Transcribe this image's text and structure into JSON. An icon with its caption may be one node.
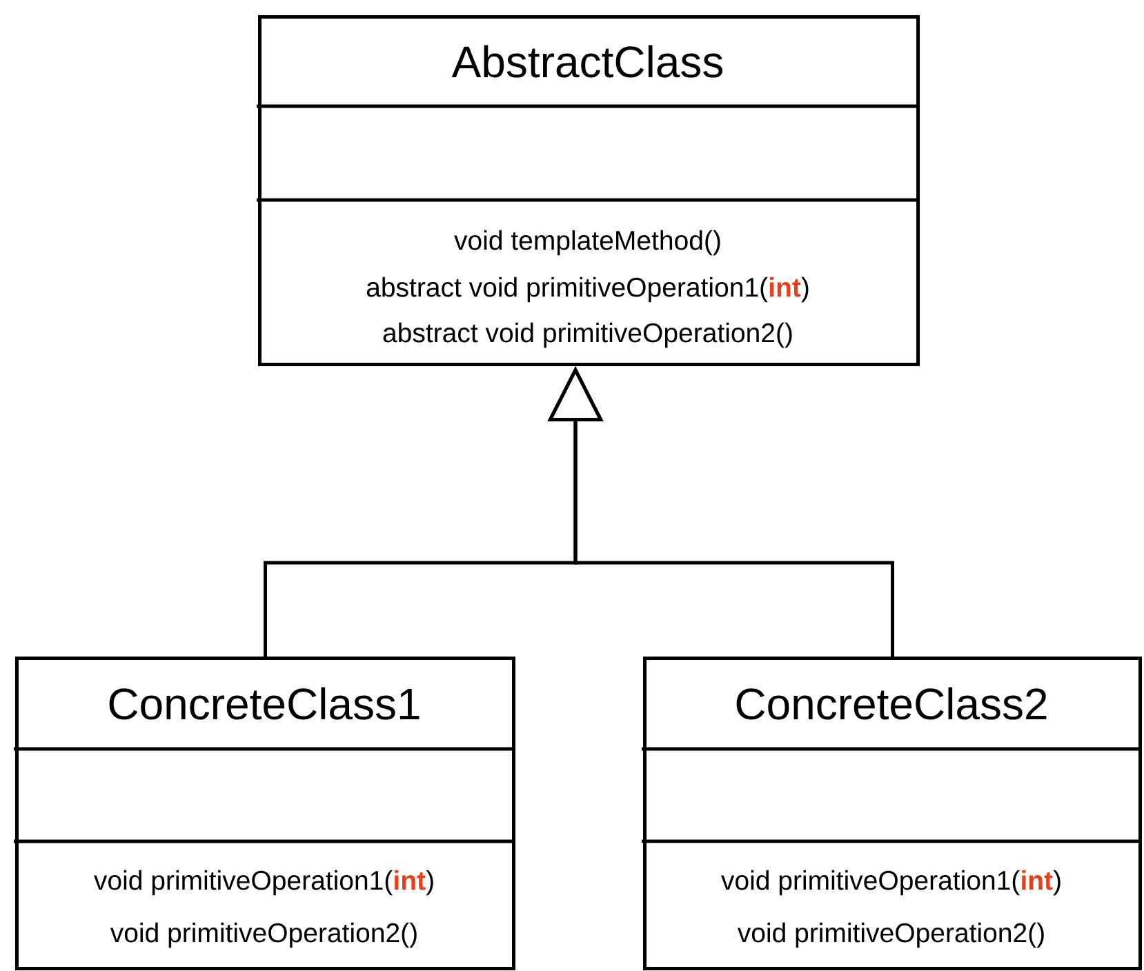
{
  "diagram": {
    "nodes": [
      {
        "text": [
          "AbstractClass",
          "void templateMethod()",
          "abstract void primitiveOperation1(**int**)",
          "abstract void primitiveOperation2()"
        ]
      },
      {
        "text": [
          "ConcreteClass1",
          "void primitiveOperation1(**int**)",
          "void primitiveOperation2()"
        ]
      },
      {
        "text": [
          "ConcreteClass2",
          "void primitiveOperation1(**int**)",
          "void primitiveOperation2()"
        ]
      }
    ],
    "edges": [
      {
        "from": 1,
        "to": 0,
        "arrow": "to"
      },
      {
        "from": 2,
        "to": 0,
        "arrow": "to"
      }
    ]
  }
}
